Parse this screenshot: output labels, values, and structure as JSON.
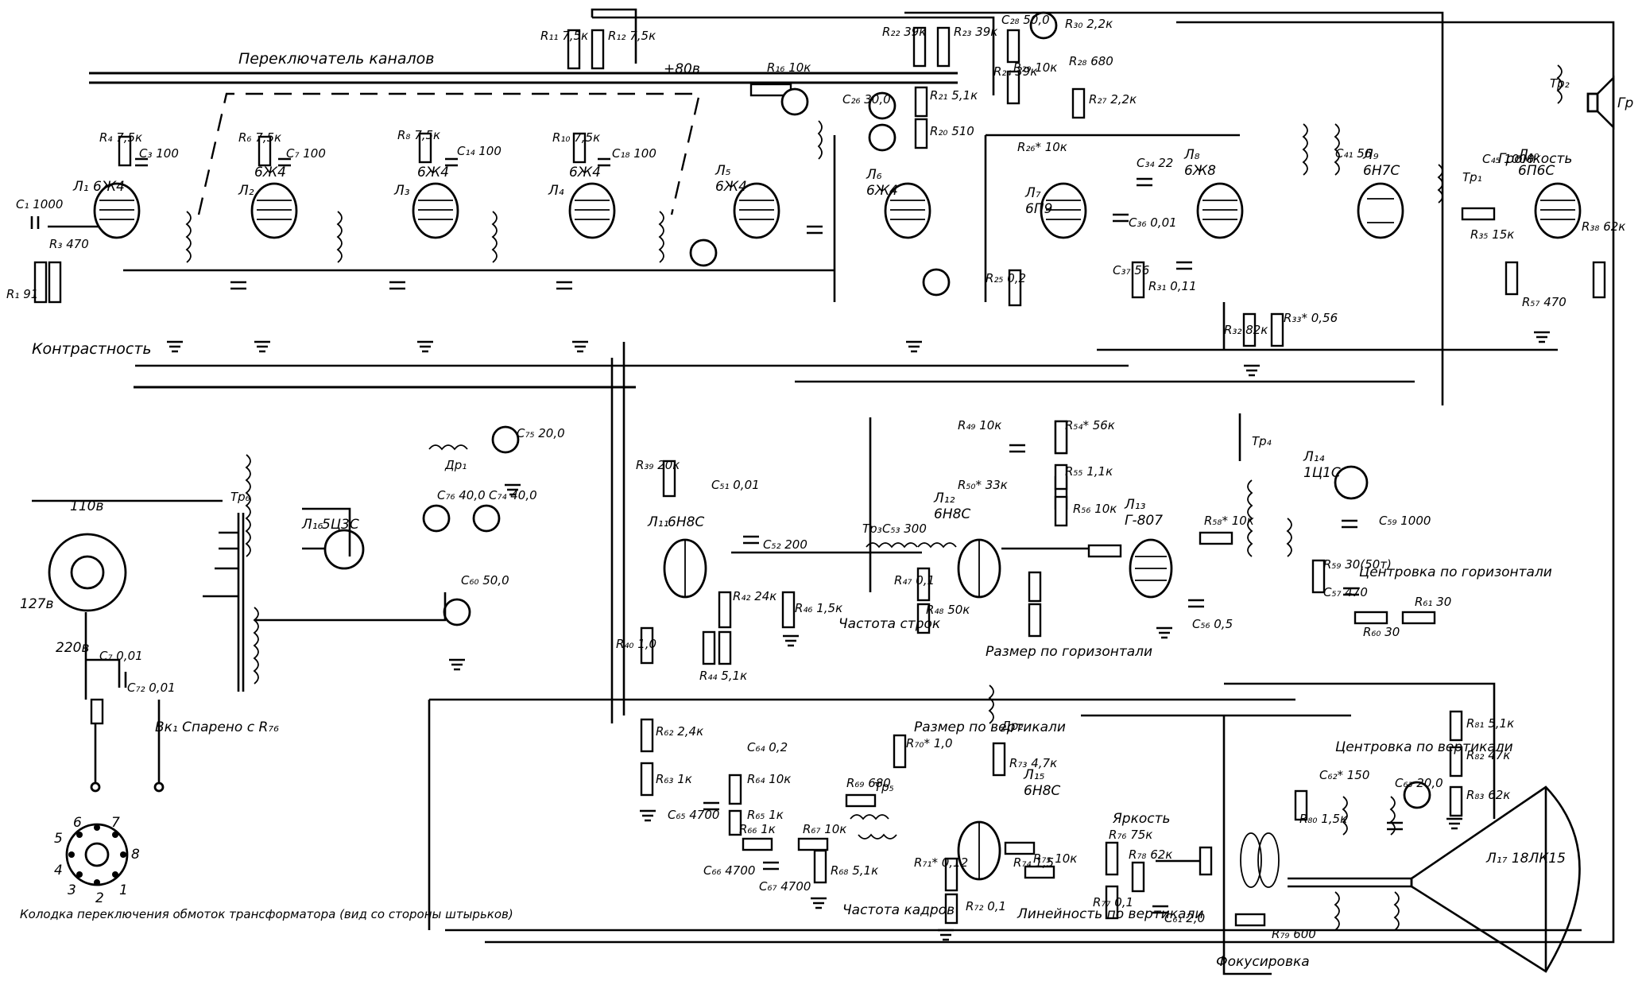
{
  "diagram": {
    "channel_switch_label": "Переключатель каналов",
    "contrast_label": "Контрастность",
    "volume_label": "Громкость",
    "line_freq_label": "Частота строк",
    "horiz_size_label": "Размер по горизонтали",
    "horiz_center_label": "Центровка по горизонтали",
    "vert_size_label": "Размер по вертикали",
    "vert_center_label": "Центровка по вертикали",
    "frame_freq_label": "Частота кадров",
    "vert_linearity_label": "Линейность по вертикали",
    "brightness_label": "Яркость",
    "focus_label": "Фокусировка",
    "switch_label": "Вк₁ Спарено с R₇₆",
    "socket_caption": "Колодка переключения обмоток трансформатора (вид со стороны штырьков)",
    "crt_label": "Л₁₇ 18ЛК15",
    "speaker_label": "Гр",
    "supply_plus80": "+80в",
    "mains_110": "110в",
    "mains_127": "127в",
    "mains_220": "220в"
  },
  "tubes": [
    {
      "id": "tube-l1",
      "name": "Л₁",
      "type": "6Ж4"
    },
    {
      "id": "tube-l2",
      "name": "Л₂",
      "type": "6Ж4"
    },
    {
      "id": "tube-l3",
      "name": "Л₃",
      "type": "6Ж4"
    },
    {
      "id": "tube-l4",
      "name": "Л₄",
      "type": "6Ж4"
    },
    {
      "id": "tube-l5",
      "name": "Л₅",
      "type": "6Ж4"
    },
    {
      "id": "tube-l6",
      "name": "Л₆",
      "type": "6Ж4"
    },
    {
      "id": "tube-l7",
      "name": "Л₇",
      "type": "6П9"
    },
    {
      "id": "tube-l8",
      "name": "Л₈",
      "type": "6Ж8"
    },
    {
      "id": "tube-l9",
      "name": "Л₉",
      "type": "6Н7С"
    },
    {
      "id": "tube-l10",
      "name": "Л₁₀",
      "type": "6П6С"
    },
    {
      "id": "tube-l11",
      "name": "Л₁₁",
      "type": "6Н8С"
    },
    {
      "id": "tube-l12",
      "name": "Л₁₂",
      "type": "6Н8С"
    },
    {
      "id": "tube-l13",
      "name": "Л₁₃",
      "type": "Г-807"
    },
    {
      "id": "tube-l14",
      "name": "Л₁₄",
      "type": "1Ц1С"
    },
    {
      "id": "tube-l15",
      "name": "Л₁₅",
      "type": "6Н8С"
    },
    {
      "id": "tube-l16",
      "name": "Л₁₆",
      "type": "5Ц3С"
    }
  ],
  "components": {
    "r1": "R₁ 91",
    "r3": "R₃ 470",
    "c1": "C₁ 1000",
    "r4": "R₄ 7,5к",
    "c3": "C₃ 100",
    "r6": "R₆ 7,5к",
    "c7": "C₇ 100",
    "r8": "R₈ 7,5к",
    "c14": "C₁₄ 100",
    "r10": "R₁₀ 7,5к",
    "c18": "C₁₈ 100",
    "r11": "R₁₁ 7,5к",
    "r12": "R₁₂ 7,5к",
    "r16": "R₁₆ 10к",
    "c26": "C₂₆ 30,0",
    "r22": "R₂₂ 39к",
    "r23": "R₂₃ 39к",
    "r21": "R₂₁ 5,1к",
    "r20": "R₂₀ 510",
    "c28": "C₂₈ 50,0",
    "r30": "R₃₀ 2,2к",
    "r29": "R₂₉ 10к",
    "r28": "R₂₈ 680",
    "r24": "R₂₄ 39к",
    "r27": "R₂₇ 2,2к",
    "r26": "R₂₆* 10к",
    "c34": "C₃₄ 22",
    "c36": "C₃₆ 0,01",
    "c37": "C₃₇ 56",
    "r25": "R₂₅ 0,2",
    "r31": "R₃₁ 0,11",
    "r32": "R₃₂ 82к",
    "r33": "R₃₃* 0,56",
    "c41": "C₄₁ 56",
    "c45": "C₄₅ 1000",
    "tr1": "Тр₁",
    "tr2": "Тр₂",
    "r35": "R₃₅ 15к",
    "r57": "R₅₇ 470",
    "r38": "R₃₈ 62к",
    "r39": "R₃₉ 20к",
    "c51": "C₅₁ 0,01",
    "c52": "C₅₂ 200",
    "r40": "R₄₀ 1,0",
    "r46": "R₄₆ 1,5к",
    "r42": "R₄₂ 24к",
    "r44": "R₄₄ 5,1к",
    "r49": "R₄₉ 10к",
    "r50": "R₅₀* 33к",
    "c53": "C₅₃ 300",
    "r47": "R₄₇ 0,1",
    "r48": "R₄₈ 50к",
    "r54": "R₅₄* 56к",
    "r55": "R₅₅ 1,1к",
    "r56": "R₅₆ 10к",
    "r58": "R₅₈* 10к",
    "c56": "C₅₆ 0,5",
    "tr3": "Тр₃",
    "tr4": "Тр₄",
    "tr5": "Тр₅",
    "tr6": "Тр₆",
    "r59": "R₅₉ 30(50т)",
    "c57": "C₅₇ 470",
    "r60": "R₆₀ 30",
    "r61": "R₆₁ 30",
    "c59": "C₅₉ 1000",
    "c75": "C₇₅ 20,0",
    "c76": "C₇₆ 40,0",
    "c74": "C₇₄ 40,0",
    "c60": "C₆₀ 50,0",
    "dr1": "Др₁",
    "dr2": "Др₂",
    "r62": "R₆₂ 2,4к",
    "r63": "R₆₃ 1к",
    "c64": "C₆₄ 0,2",
    "r64": "R₆₄ 10к",
    "r65": "R₆₅ 1к",
    "r66": "R₆₆ 1к",
    "r67": "R₆₇ 10к",
    "r68": "R₆₈ 5,1к",
    "c65": "C₆₅ 4700",
    "c66": "C₆₆ 4700",
    "c67": "C₆₇ 4700",
    "r69": "R₆₉ 680",
    "r70": "R₇₀* 1,0",
    "r71": "R₇₁* 0,12",
    "r72": "R₇₂ 0,1",
    "r73": "R₇₃ 4,7к",
    "r74": "R₇₄ 1,5",
    "r75": "R₇₅ 10к",
    "r76": "R₇₆ 75к",
    "r77": "R₇₇ 0,1",
    "r78": "R₇₈ 62к",
    "r79": "R₇₉ 600",
    "r80": "R₈₀ 1,5к",
    "r81": "R₈₁ 5,1к",
    "r82": "R₈₂ 47к",
    "r83": "R₈₃ 62к",
    "c62": "C₆₂* 150",
    "c63": "C₆₃ 20,0",
    "c72": "C₇₂ 0,01",
    "c71": "C₇ 0,01",
    "c61": "C₆₁ 2,0"
  },
  "socket_pins": [
    "1",
    "2",
    "3",
    "4",
    "5",
    "6",
    "7",
    "8"
  ]
}
